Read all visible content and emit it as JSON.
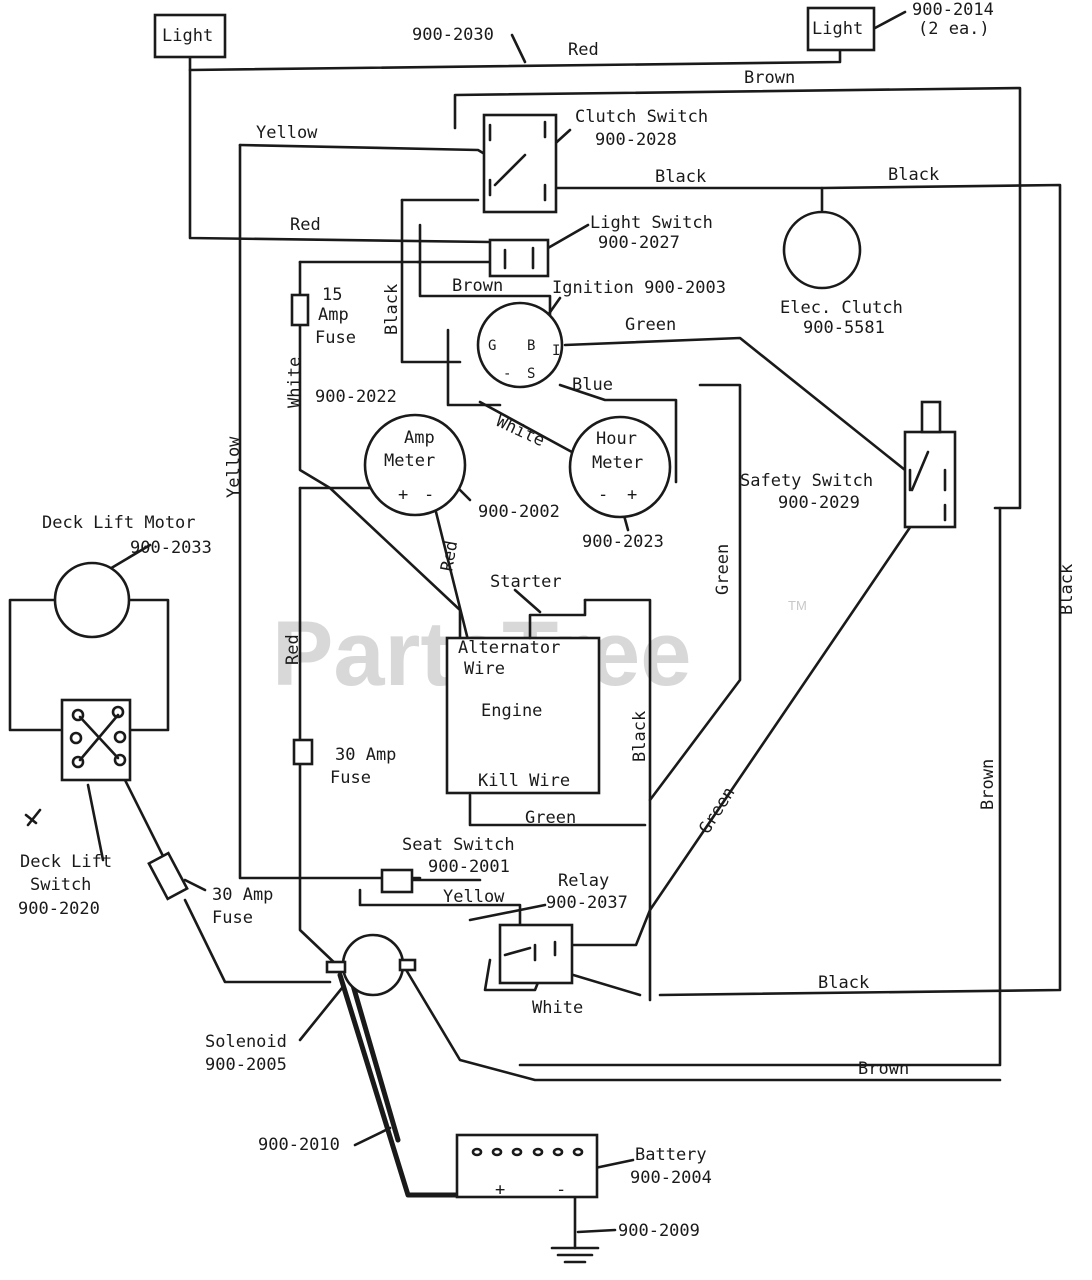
{
  "watermark": "PartsTree",
  "watermark_tm": "TM",
  "components": {
    "light_left": "Light",
    "light_right": "Light",
    "light_part": "900-2014",
    "light_qty": "(2 ea.)",
    "harness_part": "900-2030",
    "clutch_switch": "Clutch Switch",
    "clutch_switch_part": "900-2028",
    "light_switch": "Light Switch",
    "light_switch_part": "900-2027",
    "ignition": "Ignition 900-2003",
    "ign_b": "B",
    "ign_i": "I",
    "ign_s": "S",
    "ign_g": "G",
    "ign_minus": "-",
    "elec_clutch": "Elec. Clutch",
    "elec_clutch_part": "900-5581",
    "fuse15_a": "15",
    "fuse15_b": "Amp",
    "fuse15_c": "Fuse",
    "wire_part": "900-2022",
    "amp_meter_1": "Amp",
    "amp_meter_2": "Meter",
    "amp_plus": "+",
    "amp_minus": "-",
    "amp_meter_part": "900-2002",
    "hour_meter_1": "Hour",
    "hour_meter_2": "Meter",
    "hour_minus": "-",
    "hour_plus": "+",
    "hour_meter_part": "900-2023",
    "safety_switch": "Safety Switch",
    "safety_switch_part": "900-2029",
    "deck_motor": "Deck Lift Motor",
    "deck_motor_part": "900-2033",
    "starter": "Starter",
    "alternator_1": "Alternator",
    "alternator_2": "Wire",
    "engine": "Engine",
    "kill_wire": "Kill Wire",
    "fuse30a_1": "30 Amp",
    "fuse30a_2": "Fuse",
    "deck_switch_1": "Deck Lift",
    "deck_switch_2": "Switch",
    "deck_switch_part": "900-2020",
    "fuse30b_1": "30 Amp",
    "fuse30b_2": "Fuse",
    "seat_switch": "Seat Switch",
    "seat_switch_part": "900-2001",
    "relay": "Relay",
    "relay_part": "900-2037",
    "solenoid": "Solenoid",
    "solenoid_part": "900-2005",
    "cable_part": "900-2010",
    "battery": "Battery",
    "battery_part": "900-2004",
    "battery_plus": "+",
    "battery_minus": "-",
    "ground_part": "900-2009"
  },
  "wire_colors": {
    "red_top": "Red",
    "brown_top": "Brown",
    "yellow_top": "Yellow",
    "black_clutch_1": "Black",
    "black_clutch_2": "Black",
    "red_left": "Red",
    "brown_mid": "Brown",
    "black_vert": "Black",
    "green_ign": "Green",
    "white_fuse": "White",
    "blue": "Blue",
    "white_diag": "White",
    "yellow_left": "Yellow",
    "red_amp": "Red",
    "green_right": "Green",
    "black_right": "Black",
    "red_vert": "Red",
    "black_engine": "Black",
    "brown_right": "Brown",
    "green_engine": "Green",
    "green_diag": "Green",
    "yellow_seat": "Yellow",
    "black_bottom": "Black",
    "white_relay": "White",
    "brown_bottom": "Brown"
  }
}
